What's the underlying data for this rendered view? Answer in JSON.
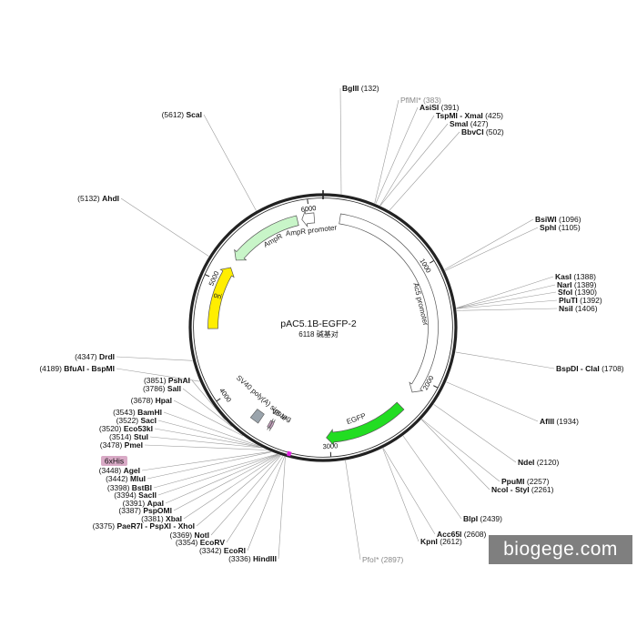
{
  "plasmid": {
    "name": "pAC5.1B-EGFP-2",
    "size_label": "6118 碱基对",
    "length": 6118
  },
  "watermark": "biogege.com",
  "colors": {
    "backbone": "#222222",
    "ampr": "#c8f5c8",
    "ori": "#ffee00",
    "egfp": "#22dd22",
    "sv40": "#9aa4ac",
    "v5": "#c8a0c0",
    "his_badge": "#d9aac6",
    "label_gray": "#888888",
    "promoter": "#ffffff"
  },
  "ticks": [
    {
      "pos": 1000,
      "label": "1000"
    },
    {
      "pos": 2000,
      "label": "2000"
    },
    {
      "pos": 3000,
      "label": "3000"
    },
    {
      "pos": 4000,
      "label": "4000"
    },
    {
      "pos": 5000,
      "label": "5000"
    },
    {
      "pos": 6000,
      "label": "6000"
    }
  ],
  "features": [
    {
      "label": "Ac5 promoter",
      "start": 150,
      "end": 2140,
      "color": "#ffffff",
      "text_pos": 1300
    },
    {
      "label": "EGFP",
      "start": 2300,
      "end": 3030,
      "color": "#22dd22",
      "text_pos": 2720
    },
    {
      "label": "V5 tag",
      "start": 3530,
      "end": 3560,
      "color": "#c8a0c0",
      "text_pos": 3490
    },
    {
      "label": "SV40 poly(A) signal",
      "start": 3640,
      "end": 3720,
      "color": "#9aa4ac",
      "text_pos": 3760
    },
    {
      "label": "ori",
      "start": 4580,
      "end": 5150,
      "color": "#ffee00",
      "text_pos": 4870
    },
    {
      "label": "AmpR",
      "start": 5230,
      "end": 5890,
      "color": "#c8f5c8",
      "text_pos": 5610
    },
    {
      "label": "AmpR promoter",
      "start": 5930,
      "end": 6040,
      "color": "#ffffff",
      "text_pos": 6000
    }
  ],
  "sites": [
    {
      "name": "BglII",
      "pos": "(132)",
      "side": "right"
    },
    {
      "name": "PflMI*",
      "pos": "(383)",
      "side": "right",
      "gray": true
    },
    {
      "name": "AsiSI",
      "pos": "(391)",
      "side": "right"
    },
    {
      "name": "TspMI - XmaI",
      "pos": "(425)",
      "side": "right"
    },
    {
      "name": "SmaI",
      "pos": "(427)",
      "side": "right"
    },
    {
      "name": "BbvCI",
      "pos": "(502)",
      "side": "right"
    },
    {
      "name": "BsiWI",
      "pos": "(1096)",
      "side": "right"
    },
    {
      "name": "SphI",
      "pos": "(1105)",
      "side": "right"
    },
    {
      "name": "KasI",
      "pos": "(1388)",
      "side": "right"
    },
    {
      "name": "NarI",
      "pos": "(1389)",
      "side": "right"
    },
    {
      "name": "SfoI",
      "pos": "(1390)",
      "side": "right"
    },
    {
      "name": "PluTI",
      "pos": "(1392)",
      "side": "right"
    },
    {
      "name": "NsiI",
      "pos": "(1406)",
      "side": "right"
    },
    {
      "name": "BspDI - ClaI",
      "pos": "(1708)",
      "side": "right"
    },
    {
      "name": "AflII",
      "pos": "(1934)",
      "side": "right"
    },
    {
      "name": "NdeI",
      "pos": "(2120)",
      "side": "right"
    },
    {
      "name": "PpuMI",
      "pos": "(2257)",
      "side": "right"
    },
    {
      "name": "NcoI - StyI",
      "pos": "(2261)",
      "side": "right"
    },
    {
      "name": "BlpI",
      "pos": "(2439)",
      "side": "right"
    },
    {
      "name": "Acc65I",
      "pos": "(2608)",
      "side": "right"
    },
    {
      "name": "KpnI",
      "pos": "(2612)",
      "side": "right"
    },
    {
      "name": "PfoI*",
      "pos": "(2897)",
      "side": "right",
      "gray": true
    },
    {
      "name": "HindIII",
      "pos": "(3336)",
      "side": "left"
    },
    {
      "name": "EcoRI",
      "pos": "(3342)",
      "side": "left"
    },
    {
      "name": "EcoRV",
      "pos": "(3354)",
      "side": "left"
    },
    {
      "name": "NotI",
      "pos": "(3369)",
      "side": "left"
    },
    {
      "name": "PaeR7I - PspXI - XhoI",
      "pos": "(3375)",
      "side": "left"
    },
    {
      "name": "XbaI",
      "pos": "(3381)",
      "side": "left"
    },
    {
      "name": "PspOMI",
      "pos": "(3387)",
      "side": "left"
    },
    {
      "name": "ApaI",
      "pos": "(3391)",
      "side": "left"
    },
    {
      "name": "SacII",
      "pos": "(3394)",
      "side": "left"
    },
    {
      "name": "BstBI",
      "pos": "(3398)",
      "side": "left"
    },
    {
      "name": "MluI",
      "pos": "(3442)",
      "side": "left"
    },
    {
      "name": "AgeI",
      "pos": "(3448)",
      "side": "left"
    },
    {
      "name": "PmeI",
      "pos": "(3478)",
      "side": "left"
    },
    {
      "name": "StuI",
      "pos": "(3514)",
      "side": "left"
    },
    {
      "name": "Eco53kI",
      "pos": "(3520)",
      "side": "left"
    },
    {
      "name": "SacI",
      "pos": "(3522)",
      "side": "left"
    },
    {
      "name": "BamHI",
      "pos": "(3543)",
      "side": "left"
    },
    {
      "name": "HpaI",
      "pos": "(3678)",
      "side": "left"
    },
    {
      "name": "SalI",
      "pos": "(3786)",
      "side": "left"
    },
    {
      "name": "PshAI",
      "pos": "(3851)",
      "side": "left"
    },
    {
      "name": "BfuAI - BspMI",
      "pos": "(4189)",
      "side": "left"
    },
    {
      "name": "DrdI",
      "pos": "(4347)",
      "side": "left"
    },
    {
      "name": "AhdI",
      "pos": "(5132)",
      "side": "left"
    },
    {
      "name": "ScaI",
      "pos": "(5612)",
      "side": "left"
    }
  ],
  "his_tag": "6xHis"
}
